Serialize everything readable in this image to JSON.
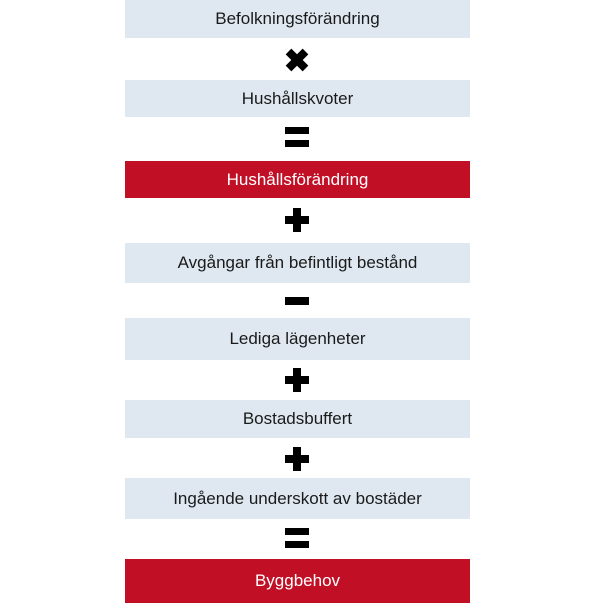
{
  "steps": [
    {
      "label": "Befolkningsförändring",
      "highlight": false
    },
    {
      "operator": "multiply-icon"
    },
    {
      "label": "Hushållskvoter",
      "highlight": false
    },
    {
      "operator": "equals-icon"
    },
    {
      "label": "Hushållsförändring",
      "highlight": true
    },
    {
      "operator": "plus-icon"
    },
    {
      "label": "Avgångar från befintligt bestånd",
      "highlight": false
    },
    {
      "operator": "minus-icon"
    },
    {
      "label": "Lediga lägenheter",
      "highlight": false
    },
    {
      "operator": "plus-icon"
    },
    {
      "label": "Bostadsbuffert",
      "highlight": false
    },
    {
      "operator": "plus-icon"
    },
    {
      "label": "Ingående underskott av bostäder",
      "highlight": false
    },
    {
      "operator": "equals-icon"
    },
    {
      "label": "Byggbehov",
      "highlight": true
    }
  ],
  "colors": {
    "box_background": "#dfe8f1",
    "highlight_background": "#c10f26",
    "highlight_text": "#ffffff",
    "operator": "#000000"
  }
}
